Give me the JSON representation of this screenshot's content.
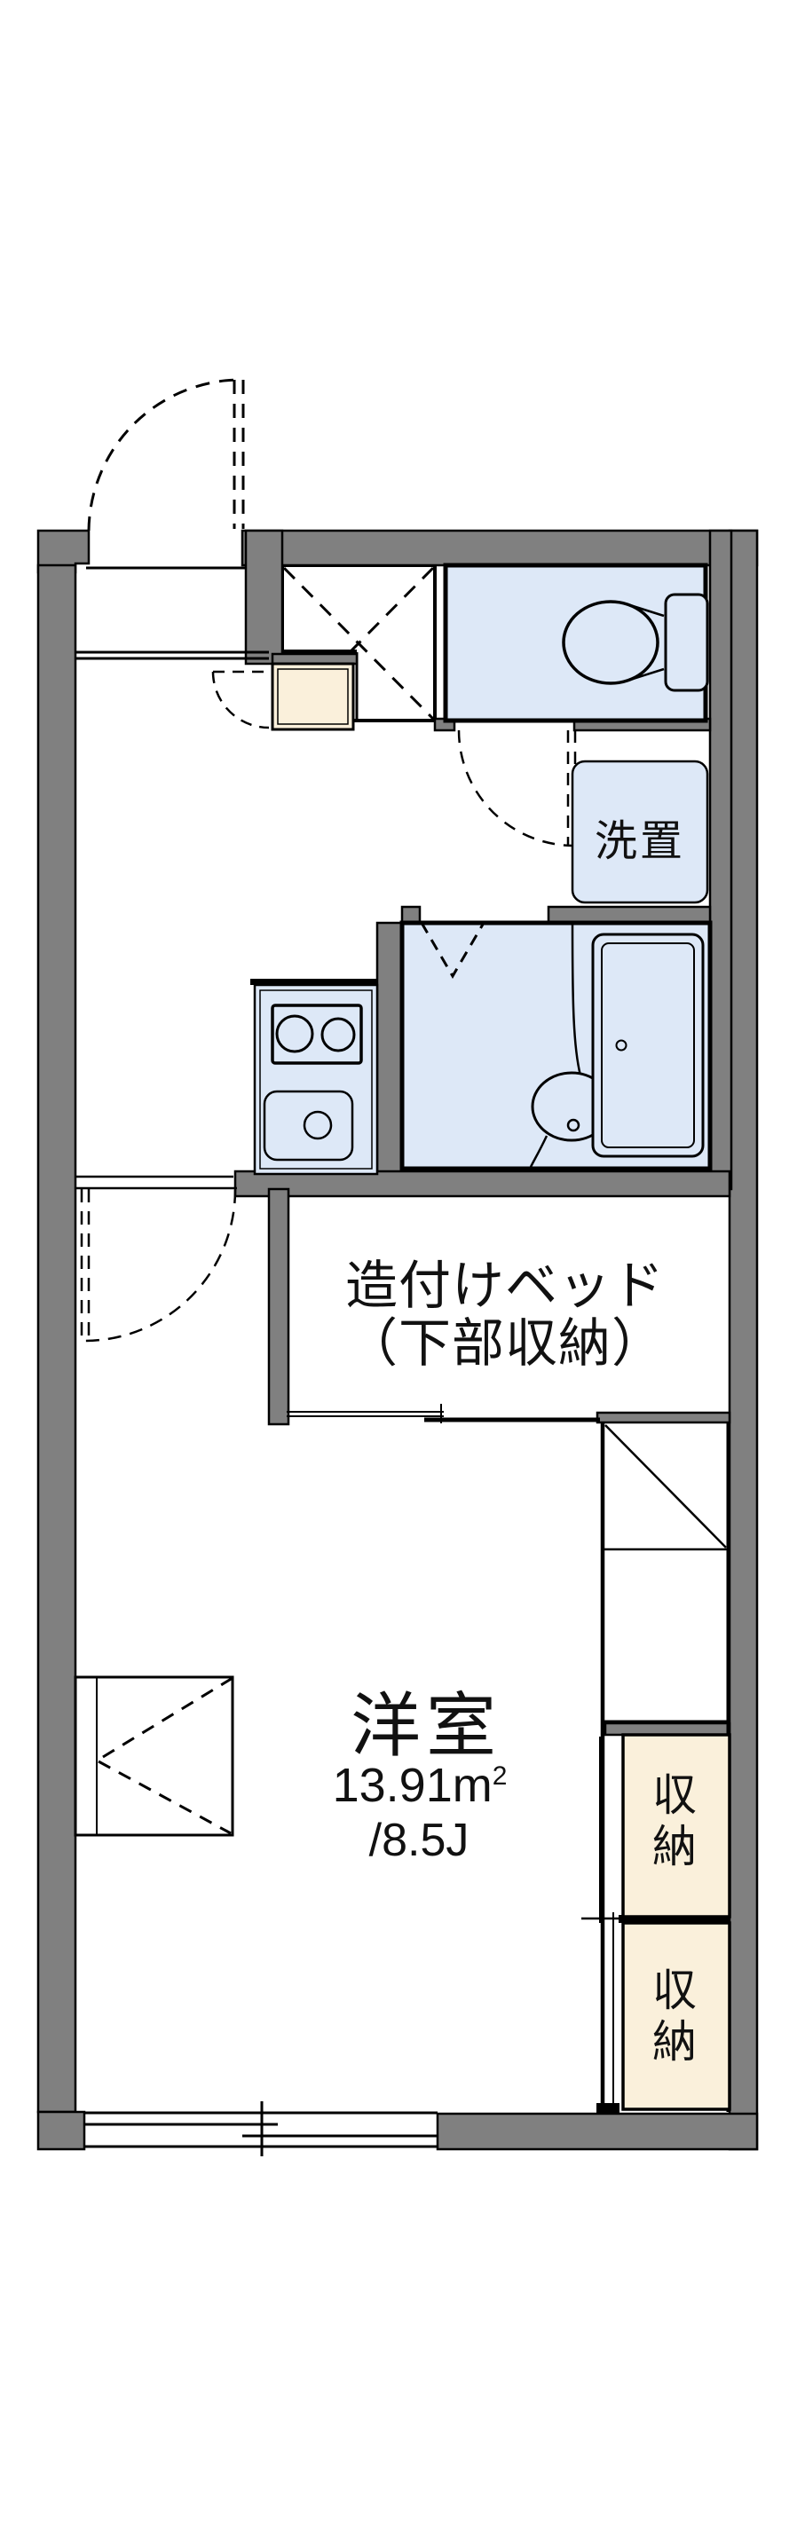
{
  "plan": {
    "type": "apartment-floor-plan",
    "colors": {
      "wall_fill": "#808080",
      "wet_area_fill": "#dde8f7",
      "storage_fill": "#faf0db",
      "line": "#000000",
      "background": "#ffffff"
    },
    "labels": {
      "main_room_name": "洋室",
      "main_room_area_value": "13.91m",
      "main_room_area_sup": "2",
      "main_room_area_tatami": "/8.5J",
      "bed_line1": "造付けベッド",
      "bed_line2": "（下部収納）",
      "laundry": "洗置",
      "storage_upper": "収納",
      "storage_lower": "収納"
    }
  }
}
